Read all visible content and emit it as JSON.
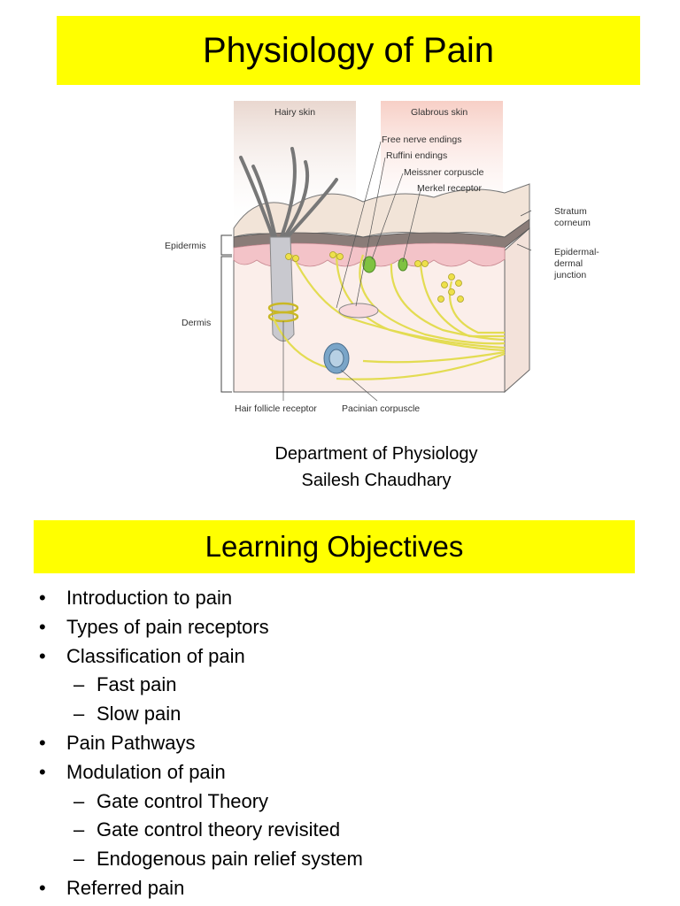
{
  "title": "Physiology of Pain",
  "diagram": {
    "labels": {
      "hairy_skin": "Hairy skin",
      "glabrous_skin": "Glabrous skin",
      "free_nerve_endings": "Free nerve endings",
      "ruffini_endings": "Ruffini endings",
      "meissner_corpuscle": "Meissner corpuscle",
      "merkel_receptor": "Merkel receptor",
      "stratum_corneum": [
        "Stratum",
        "corneum"
      ],
      "epidermal_dermal_junction": [
        "Epidermal-",
        "dermal",
        "junction"
      ],
      "epidermis": "Epidermis",
      "dermis": "Dermis",
      "hair_follicle_receptor": "Hair follicle receptor",
      "pacinian_corpuscle": "Pacinian corpuscle"
    }
  },
  "credits": {
    "department": "Department of Physiology",
    "author": "Sailesh Chaudhary"
  },
  "objectives": {
    "heading": "Learning Objectives",
    "items": [
      {
        "level": 1,
        "text": "Introduction to pain"
      },
      {
        "level": 1,
        "text": "Types of pain receptors"
      },
      {
        "level": 1,
        "text": "Classification of pain"
      },
      {
        "level": 2,
        "text": "Fast pain"
      },
      {
        "level": 2,
        "text": "Slow pain"
      },
      {
        "level": 1,
        "text": "Pain Pathways"
      },
      {
        "level": 1,
        "text": "Modulation of pain"
      },
      {
        "level": 2,
        "text": "Gate control Theory"
      },
      {
        "level": 2,
        "text": "Gate control theory revisited"
      },
      {
        "level": 2,
        "text": "Endogenous pain relief system"
      },
      {
        "level": 1,
        "text": "Referred pain"
      }
    ]
  },
  "colors": {
    "banner": "#ffff00",
    "nerve": "#e8e24a",
    "receptor_green": "#7fc241",
    "dermis": "#fbeeea",
    "epidermis": "#f3c3c8"
  }
}
